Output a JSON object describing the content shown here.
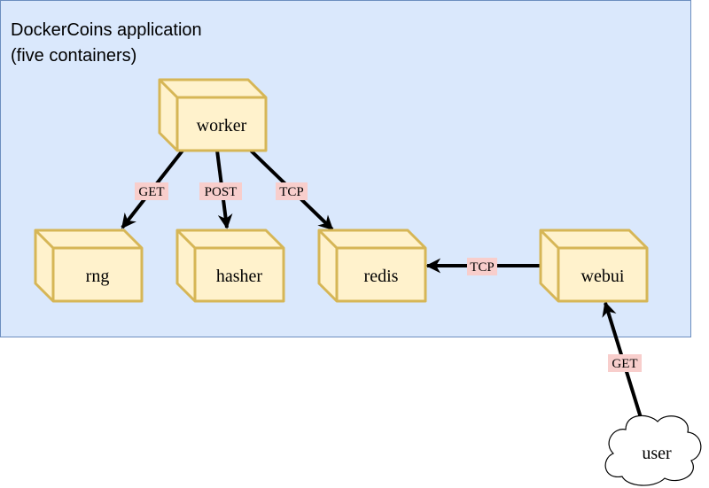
{
  "boundary": {
    "title_line1": "DockerCoins application",
    "title_line2": "(five containers)"
  },
  "nodes": {
    "worker": "worker",
    "rng": "rng",
    "hasher": "hasher",
    "redis": "redis",
    "webui": "webui",
    "user": "user"
  },
  "edges": {
    "worker_rng": "GET",
    "worker_hasher": "POST",
    "worker_redis": "TCP",
    "webui_redis": "TCP",
    "user_webui": "GET"
  },
  "colors": {
    "boundary_fill": "#dae8fc",
    "boundary_stroke": "#6c8ebf",
    "container_fill": "#fff2cc",
    "container_stroke": "#d6b656",
    "label_bg": "#f8cecc",
    "edge": "#000000"
  }
}
